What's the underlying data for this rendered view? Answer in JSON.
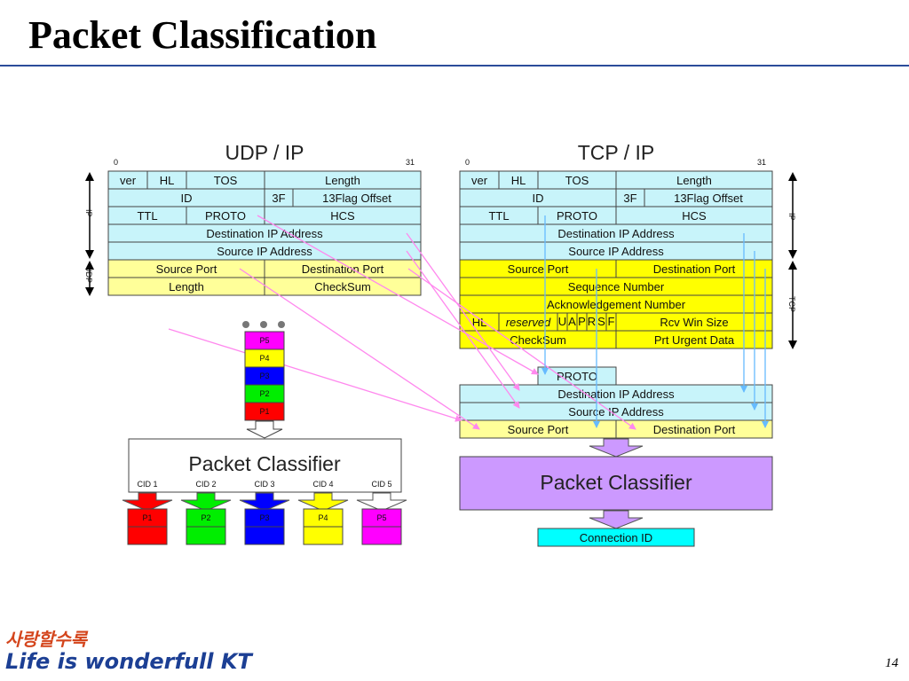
{
  "slide": {
    "title": "Packet Classification",
    "page_number": "14",
    "logo_korean": "사랑할수록",
    "logo_english": "Life is wonderfull",
    "logo_brand": "KT"
  },
  "udp": {
    "header": "UDP / IP",
    "bit_start": "0",
    "bit_end": "31",
    "side_ip": "IP",
    "side_udp": "UDP",
    "fields": {
      "ver": "ver",
      "hl": "HL",
      "tos": "TOS",
      "length": "Length",
      "id": "ID",
      "flag3": "3F",
      "flag_offset": "13Flag Offset",
      "ttl": "TTL",
      "proto": "PROTO",
      "hcs": "HCS",
      "dst_ip": "Destination IP Address",
      "src_ip": "Source IP Address",
      "src_port": "Source Port",
      "dst_port": "Destination Port",
      "udp_length": "Length",
      "checksum": "CheckSum"
    }
  },
  "tcp": {
    "header": "TCP / IP",
    "bit_start": "0",
    "bit_end": "31",
    "side_ip": "IP",
    "side_tcp": "TCP",
    "fields": {
      "ver": "ver",
      "hl": "HL",
      "tos": "TOS",
      "length": "Length",
      "id": "ID",
      "flag3": "3F",
      "flag_offset": "13Flag Offset",
      "ttl": "TTL",
      "proto": "PROTO",
      "hcs": "HCS",
      "dst_ip": "Destination IP Address",
      "src_ip": "Source IP Address",
      "src_port": "Source Port",
      "dst_port": "Destination Port",
      "seq": "Sequence Number",
      "ack": "Acknowledgement Number",
      "tcp_hl": "HL",
      "reserved": "reserved",
      "flag_u": "U",
      "flag_a": "A",
      "flag_p": "P",
      "flag_r": "R",
      "flag_s": "S",
      "flag_f": "F",
      "win": "Rcv Win Size",
      "checksum": "CheckSum",
      "urgent": "Prt Urgent Data"
    }
  },
  "extracted": {
    "proto": "PROTO",
    "dst_ip": "Destination IP Address",
    "src_ip": "Source IP Address",
    "src_port": "Source Port",
    "dst_port": "Destination Port"
  },
  "left_classifier": {
    "label": "Packet Classifier",
    "queue": [
      "P5",
      "P4",
      "P3",
      "P2",
      "P1"
    ],
    "cids": [
      "CID 1",
      "CID 2",
      "CID 3",
      "CID 4",
      "CID 5"
    ],
    "outputs": [
      "P1",
      "P2",
      "P3",
      "P4",
      "P5"
    ]
  },
  "right_classifier": {
    "label": "Packet Classifier",
    "output": "Connection ID"
  },
  "colors": {
    "header_cyan": "#c8f4fa",
    "udp_yellow": "#ffff99",
    "tcp_yellow": "#ffff00",
    "classifier_purple": "#cc99ff",
    "connection_cyan": "#00ffff",
    "p1": "#ff0000",
    "p2": "#00ee00",
    "p3": "#0000ff",
    "p4": "#ffff00",
    "p5": "#ff00ff",
    "pink_line": "#ff88ee",
    "blue_line": "#66bbff"
  }
}
